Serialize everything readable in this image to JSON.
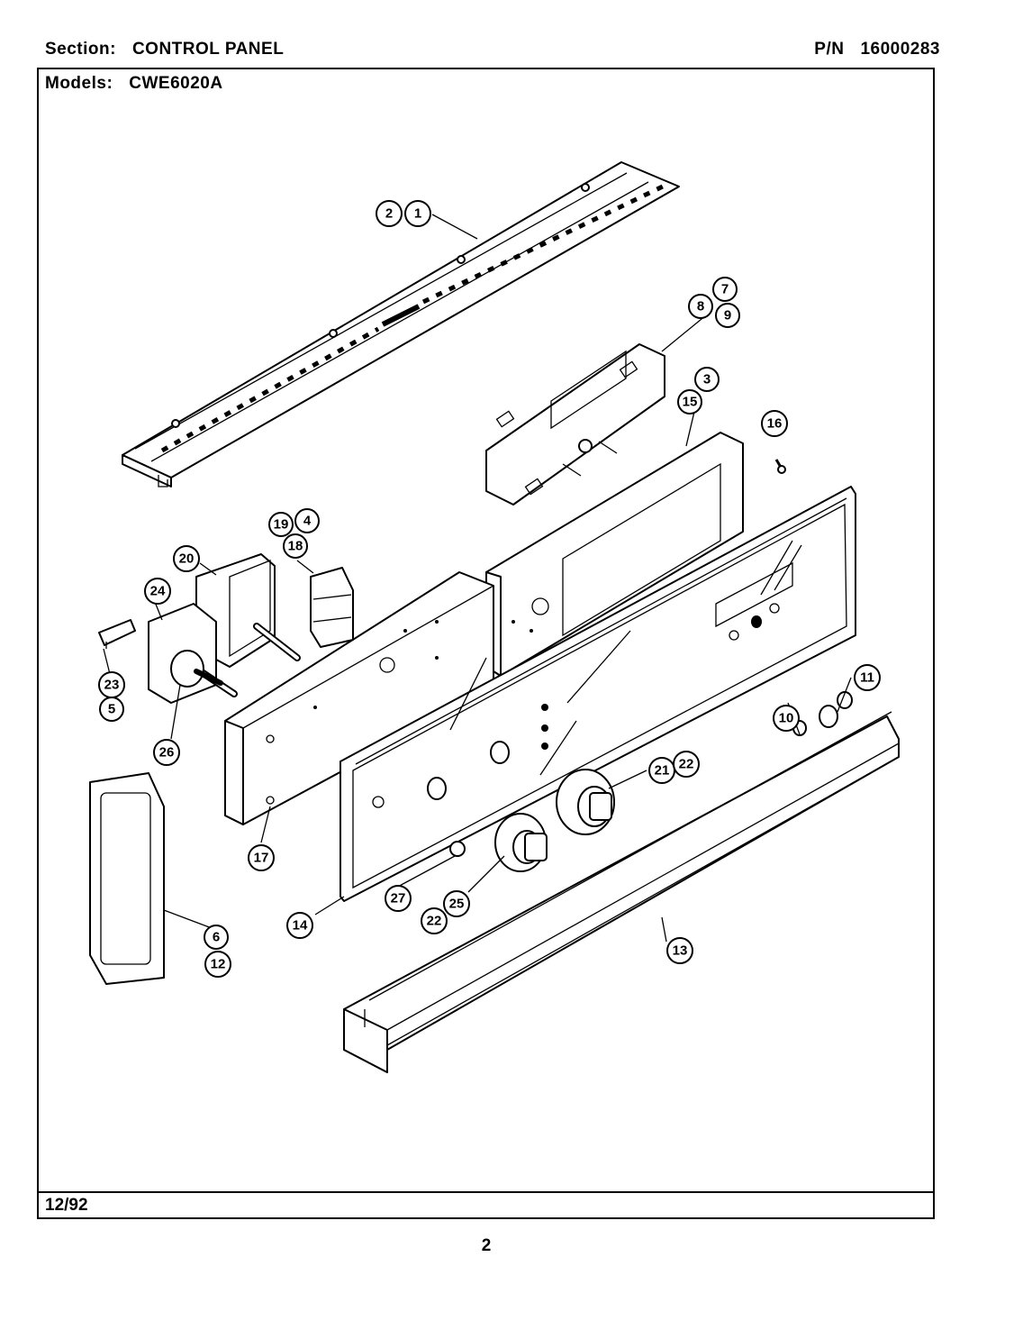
{
  "header": {
    "section_label": "Section:",
    "section_value": "CONTROL PANEL",
    "pn_label": "P/N",
    "pn_value": "16000283",
    "models_label": "Models:",
    "models_value": "CWE6020A"
  },
  "footer": {
    "date": "12/92",
    "page_number": "2"
  },
  "callouts": [
    "1",
    "2",
    "3",
    "4",
    "5",
    "6",
    "7",
    "8",
    "9",
    "10",
    "11",
    "12",
    "13",
    "14",
    "15",
    "16",
    "17",
    "18",
    "19",
    "20",
    "21",
    "22",
    "22",
    "23",
    "24",
    "25",
    "26",
    "27"
  ]
}
